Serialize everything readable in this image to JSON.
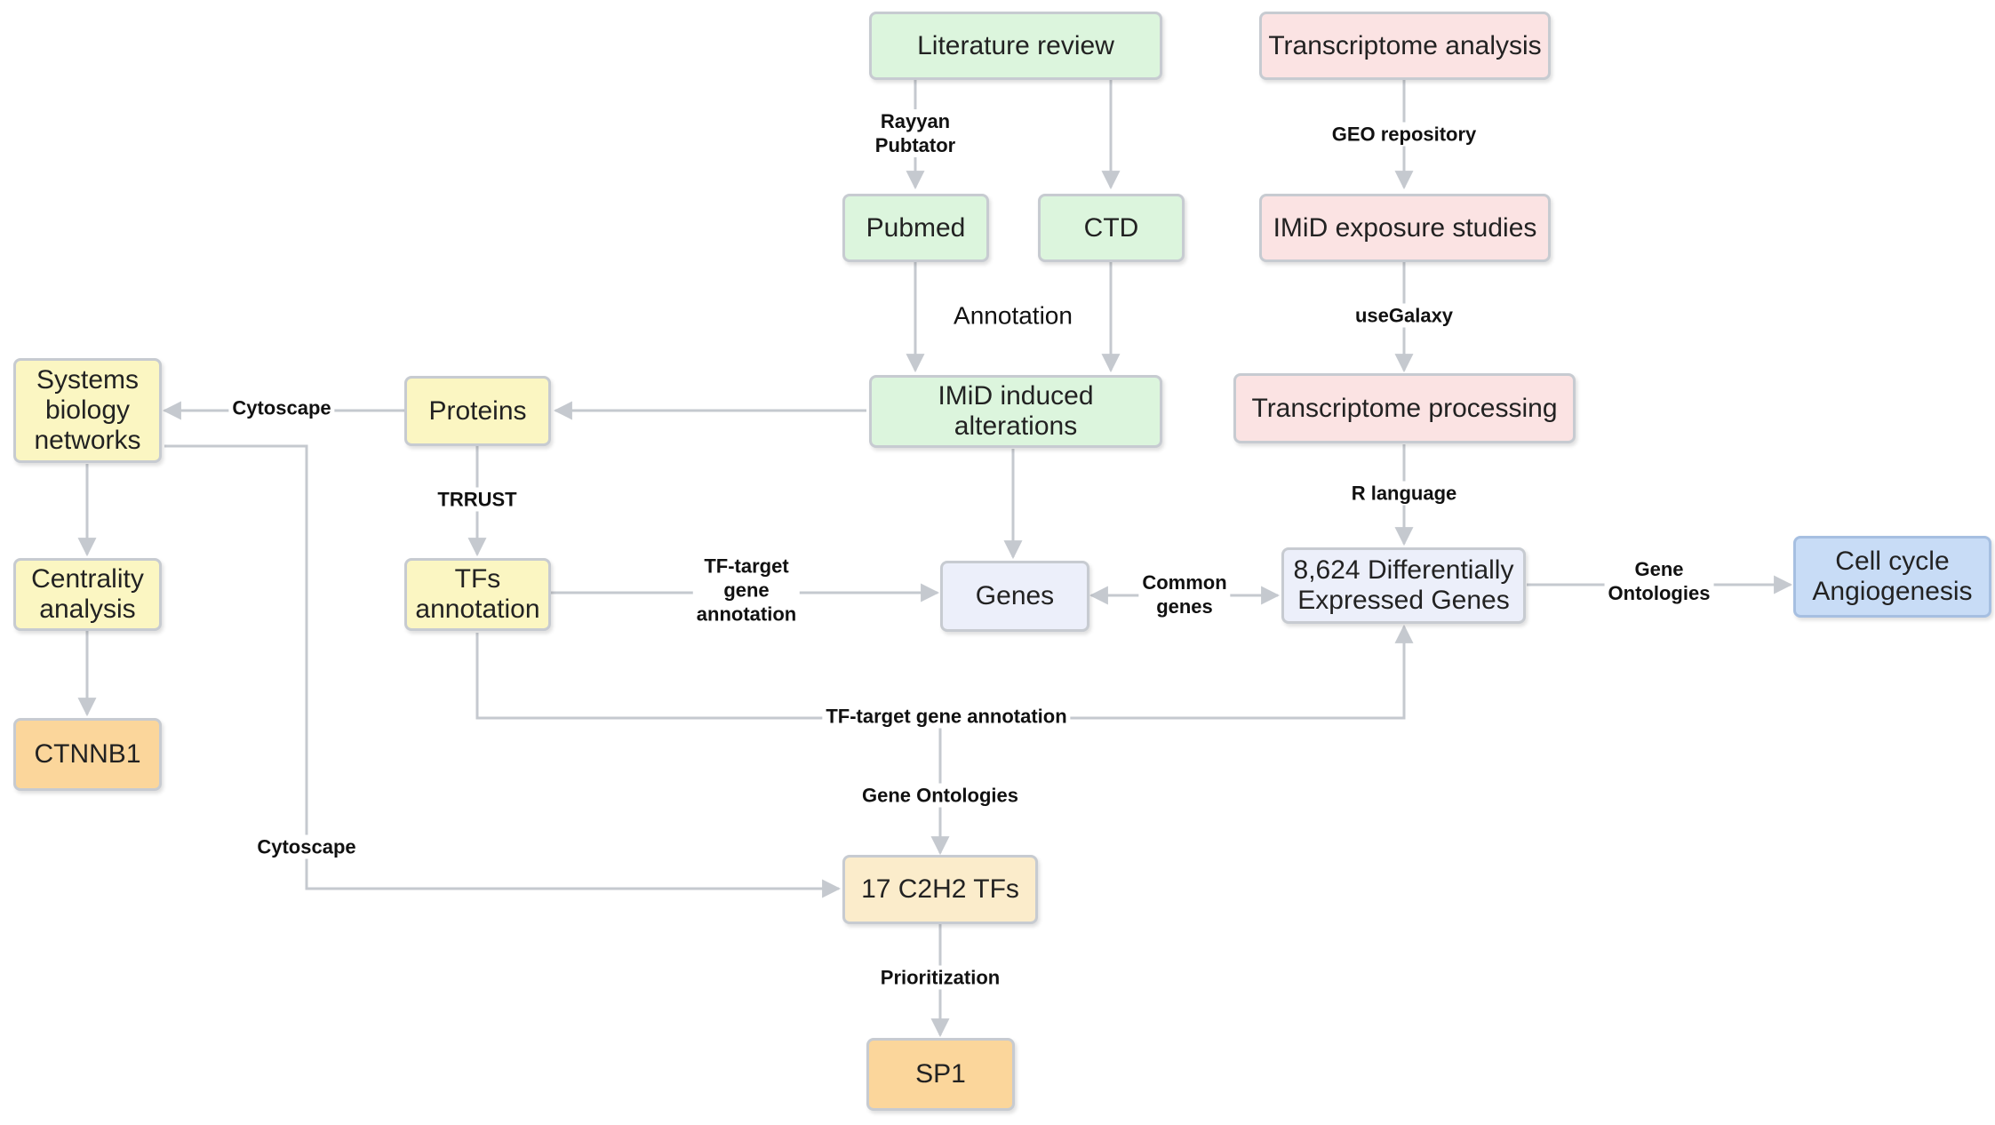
{
  "nodes": {
    "literature_review": "Literature review",
    "transcriptome_analysis": "Transcriptome analysis",
    "pubmed": "Pubmed",
    "ctd": "CTD",
    "imid_exposure": "IMiD exposure studies",
    "imid_induced": "IMiD induced\nalterations",
    "transcriptome_processing": "Transcriptome processing",
    "systems_biology": "Systems\nbiology\nnetworks",
    "proteins": "Proteins",
    "centrality": "Centrality\nanalysis",
    "tfs_annotation": "TFs\nannotation",
    "genes": "Genes",
    "deg": "8,624 Differentially\nExpressed Genes",
    "cell_cycle": "Cell cycle\nAngiogenesis",
    "ctnnb1": "CTNNB1",
    "c2h2": "17 C2H2 TFs",
    "sp1": "SP1"
  },
  "edge_labels": {
    "rayyan": "Rayyan\nPubtator",
    "geo": "GEO repository",
    "annotation": "Annotation",
    "usegalaxy": "useGalaxy",
    "cytoscape_top": "Cytoscape",
    "trrust": "TRRUST",
    "r_language": "R language",
    "tf_target_gene": "TF-target\ngene\nannotation",
    "common_genes": "Common\ngenes",
    "gene_ontologies_right": "Gene\nOntologies",
    "tf_target_long": "TF-target gene annotation",
    "gene_ontologies_mid": "Gene Ontologies",
    "cytoscape_bottom": "Cytoscape",
    "prioritization": "Prioritization"
  },
  "colors": {
    "arrow": "#c5c9cf",
    "green": "#dcf5dd",
    "pink": "#fbe3e3",
    "yellow": "#fbf6c2",
    "lavender": "#eceffa",
    "blue": "#c8dcf6",
    "cream": "#fbeccb",
    "orange": "#fbd69b"
  }
}
